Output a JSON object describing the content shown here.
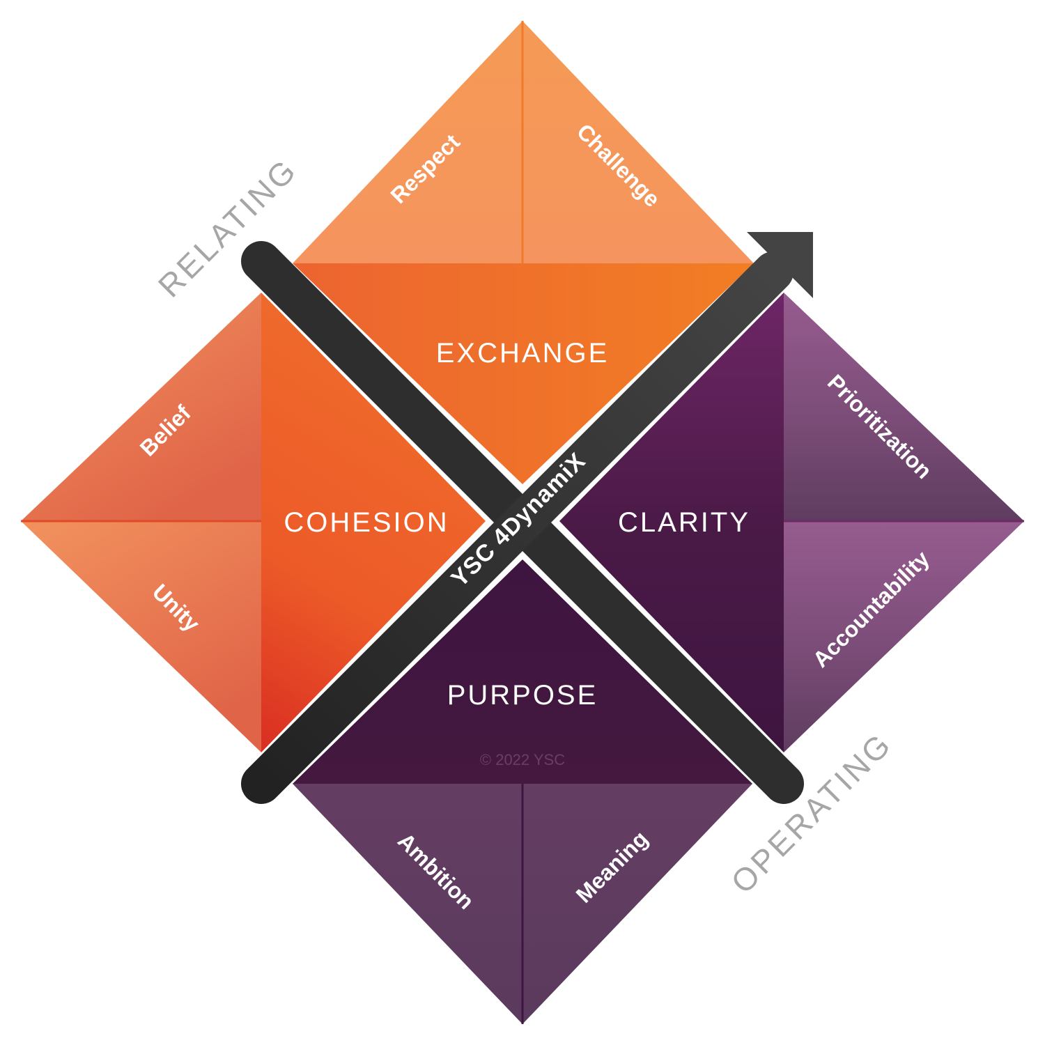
{
  "colors": {
    "orange_light": "#F59F63",
    "orange": "#F07A29",
    "orange_deep": "#E04A24",
    "red": "#D92E22",
    "purple_deep": "#3E1540",
    "purple": "#6E2A66",
    "purple_light": "#8F5B8A",
    "mauve": "#5F3D60",
    "band": "#2b2b2b"
  },
  "quadrants": {
    "exchange": {
      "label": "EXCHANGE",
      "subs": [
        "Respect",
        "Challenge"
      ]
    },
    "cohesion": {
      "label": "COHESION",
      "subs": [
        "Belief",
        "Unity"
      ]
    },
    "clarity": {
      "label": "CLARITY",
      "subs": [
        "Prioritization",
        "Accountability"
      ]
    },
    "purpose": {
      "label": "PURPOSE",
      "subs": [
        "Ambition",
        "Meaning"
      ]
    }
  },
  "axes": {
    "relating": "RELATING",
    "operating": "OPERATING"
  },
  "band_label": "YSC 4DynamiX",
  "copyright": "© 2022 YSC"
}
